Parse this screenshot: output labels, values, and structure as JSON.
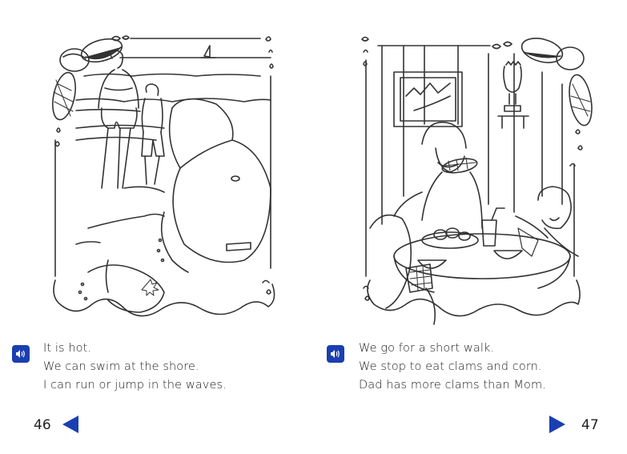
{
  "book": {
    "accent_color": "#1a3fb0",
    "left_page": {
      "page_number": "46",
      "illustration": "Beach scene: mother and boy walking toward waves with a sailboat on the horizon; child in cap sitting in sand in foreground; clam shells and corn decorative border",
      "audio_button": {
        "icon": "speaker-icon",
        "label": "Play audio"
      },
      "text_lines": [
        "It is hot.",
        "We can swim at the shore.",
        "I can run or jump in the waves."
      ],
      "nav": {
        "direction": "previous",
        "icon": "triangle-left-icon"
      }
    },
    "right_page": {
      "page_number": "47",
      "illustration": "Family eating clams and corn at a round table in a wooden room with a mountain painting and oil lamp on the wall; clam shells and corn decorative border",
      "audio_button": {
        "icon": "speaker-icon",
        "label": "Play audio"
      },
      "text_lines": [
        "We go for a short walk.",
        "We stop to eat clams and corn.",
        "Dad has more clams than Mom."
      ],
      "nav": {
        "direction": "next",
        "icon": "triangle-right-icon"
      }
    }
  }
}
